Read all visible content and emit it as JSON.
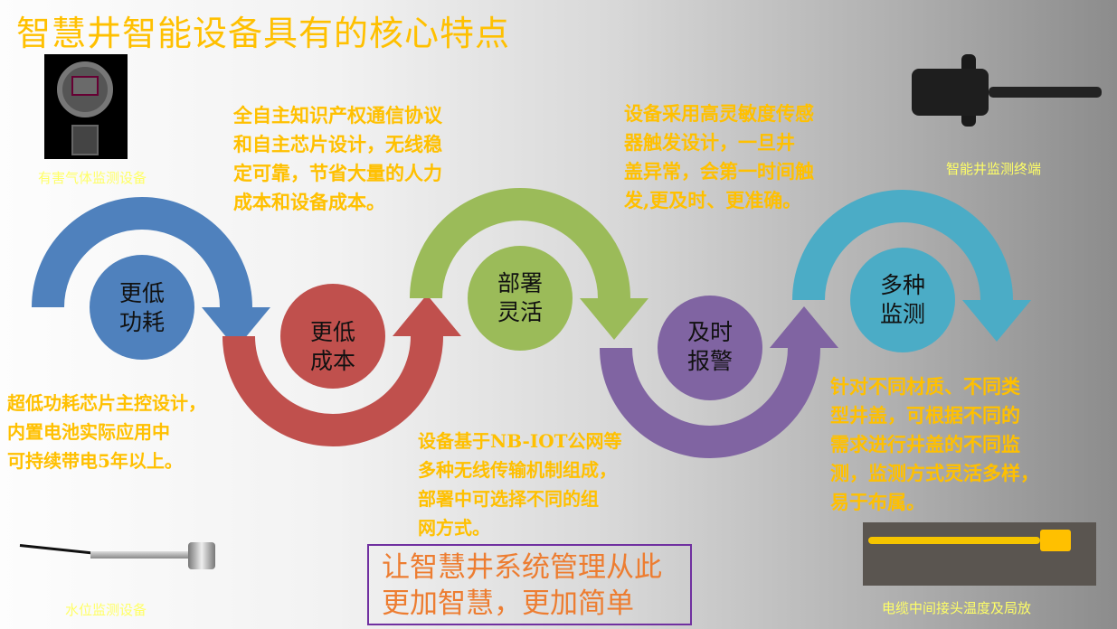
{
  "title": "智慧井智能设备具有的核心特点",
  "features": [
    {
      "label_line1": "更低",
      "label_line2": "功耗",
      "color": "#4f81bd",
      "description": [
        "超低功耗芯片主控设计，",
        "内置电池实际应用中",
        "可持续带电5年以上。"
      ]
    },
    {
      "label_line1": "更低",
      "label_line2": "成本",
      "color": "#c0504d",
      "description": [
        "全自主知识产权通信协议",
        "和自主芯片设计，无线稳",
        "定可靠，节省大量的人力",
        "成本和设备成本。"
      ]
    },
    {
      "label_line1": "部署",
      "label_line2": "灵活",
      "color": "#9bbb59",
      "description": [
        "设备基于NB-IOT公网等",
        "多种无线传输机制组成，",
        "部署中可选择不同的组",
        "网方式。"
      ]
    },
    {
      "label_line1": "及时",
      "label_line2": "报警",
      "color": "#8064a2",
      "description": [
        "设备采用高灵敏度传感",
        "器触发设计，一旦井",
        "盖异常，会第一时间触",
        "发,更及时、更准确。"
      ]
    },
    {
      "label_line1": "多种",
      "label_line2": "监测",
      "color": "#4bacc6",
      "description": [
        "针对不同材质、不同类",
        "型井盖，可根据不同的",
        "需求进行井盖的不同监",
        "测，监测方式灵活多样，",
        "易于布属。"
      ]
    }
  ],
  "devices": {
    "gas": "有害气体监测设备",
    "terminal": "智能井监测终端",
    "water": "水位监测设备",
    "cable": "电缆中间接头温度及局放"
  },
  "slogan": [
    "让智慧井系统管理从此",
    "更加智慧，更加简单"
  ]
}
